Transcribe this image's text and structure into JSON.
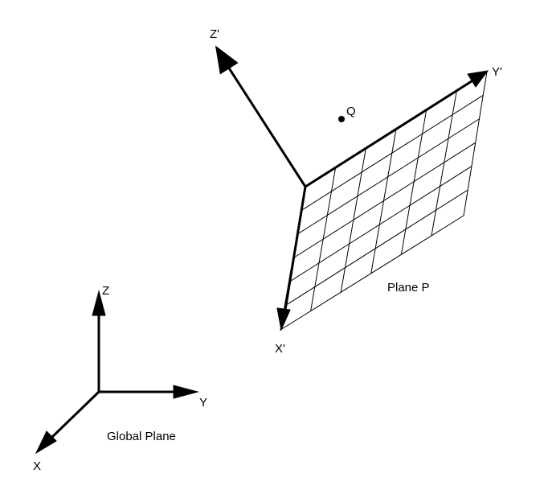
{
  "local_axes": {
    "x_label": "X'",
    "y_label": "Y'",
    "z_label": "Z'"
  },
  "global_axes": {
    "x_label": "X",
    "y_label": "Y",
    "z_label": "Z"
  },
  "point": {
    "label": "Q"
  },
  "captions": {
    "plane": "Plane P",
    "global": "Global Plane"
  },
  "colors": {
    "ink": "#000000",
    "background": "#ffffff"
  }
}
